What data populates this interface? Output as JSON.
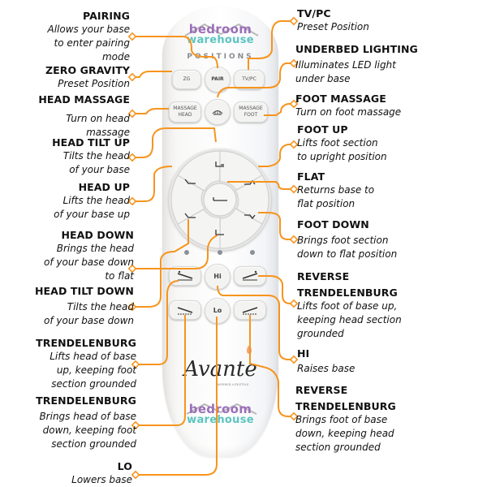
{
  "theme": {
    "accent": "#f7941d",
    "text": "#111111",
    "remote_body": "#f7f7f6",
    "brand_purple": "#9b6fb8",
    "brand_teal": "#5cc4c1"
  },
  "remote": {
    "brand_top": {
      "line1": "bedroom",
      "line2": "warehouse"
    },
    "section_label": "POSITIONS",
    "buttons": {
      "zg": "ZG",
      "pair": "PAIR",
      "tvpc": "TV/PC",
      "massage_head": "MASSAGE HEAD",
      "massage_foot": "MASSAGE FOOT",
      "light_icon": "underbed-light-icon",
      "head_tilt_up": "head-tilt-up-icon",
      "head_up": "head-up-icon",
      "flat": "flat-icon",
      "foot_up": "foot-up-icon",
      "foot_down": "foot-down-icon",
      "head_down": "head-down-icon",
      "head_tilt_down": "head-tilt-down-icon",
      "hi": "Hi",
      "lo": "Lo",
      "trend_up": "trendelenburg-icon",
      "trend_down": "trendelenburg-down-icon",
      "rev_trend_up": "reverse-trendelenburg-icon",
      "rev_trend_down": "reverse-trendelenburg-down-icon"
    },
    "avante_logo": "Avante",
    "avante_tagline": "INSPIRED LIFESTYLE",
    "brand_bottom": {
      "line1": "bedroom",
      "line2": "warehouse"
    }
  },
  "callouts_left": [
    {
      "title": "PAIRING",
      "desc": [
        "Allows your base",
        "to enter pairing",
        "mode"
      ]
    },
    {
      "title": "ZERO GRAVITY",
      "desc": [
        "Preset Position"
      ]
    },
    {
      "title": "HEAD MASSAGE",
      "desc": [
        "Turn on head",
        "massage"
      ]
    },
    {
      "title": "HEAD TILT UP",
      "desc": [
        "Tilts the head",
        "of your base"
      ]
    },
    {
      "title": "HEAD UP",
      "desc": [
        "Lifts the head",
        "of your base up"
      ]
    },
    {
      "title": "HEAD DOWN",
      "desc": [
        "Brings the head",
        "of your base down",
        "to flat"
      ]
    },
    {
      "title": "HEAD TILT DOWN",
      "desc": [
        "Tilts the head",
        "of your base down"
      ]
    },
    {
      "title": "TRENDELENBURG",
      "desc": [
        "Lifts head of base",
        "up, keeping foot",
        "section grounded"
      ]
    },
    {
      "title": "TRENDELENBURG",
      "desc": [
        "Brings head of base",
        "down, keeping foot",
        "section grounded"
      ]
    },
    {
      "title": "LO",
      "desc": [
        "Lowers base"
      ]
    }
  ],
  "callouts_right": [
    {
      "title": "TV/PC",
      "desc": [
        "Preset Position"
      ]
    },
    {
      "title": "UNDERBED LIGHTING",
      "desc": [
        "Illuminates LED light",
        "under base"
      ]
    },
    {
      "title": "FOOT MASSAGE",
      "desc": [
        "Turn on foot massage"
      ]
    },
    {
      "title": "FOOT UP",
      "desc": [
        "Lifts foot section",
        "to upright position"
      ]
    },
    {
      "title": "FLAT",
      "desc": [
        "Returns base to",
        "flat position"
      ]
    },
    {
      "title": "FOOT DOWN",
      "desc": [
        "Brings foot section",
        "down to flat position"
      ]
    },
    {
      "title": "REVERSE TRENDELENBURG",
      "title_lines": [
        "REVERSE",
        "TRENDELENBURG"
      ],
      "desc": [
        "Lifts foot of base up,",
        "keeping head section",
        "grounded"
      ]
    },
    {
      "title": "HI",
      "desc": [
        "Raises base"
      ]
    },
    {
      "title": "REVERSE TRENDELENBURG",
      "title_lines": [
        "REVERSE",
        "TRENDELENBURG"
      ],
      "desc": [
        "Brings foot of base",
        "down, keeping head",
        "section grounded"
      ]
    }
  ]
}
